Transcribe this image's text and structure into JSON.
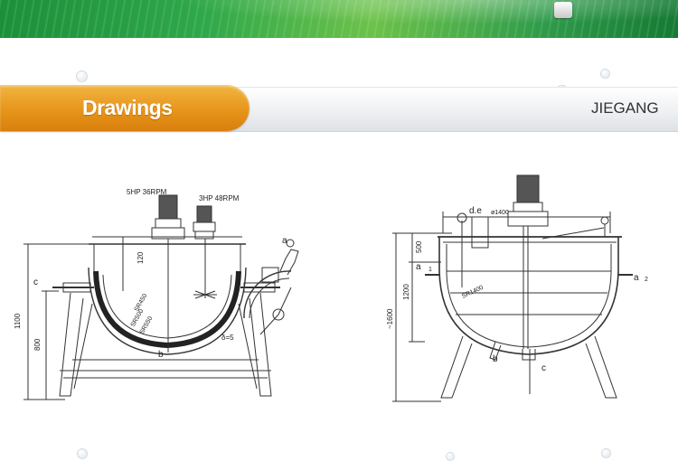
{
  "header": {
    "section_title": "Drawings",
    "brand": "JIEGANG"
  },
  "left_drawing": {
    "motor_label_1": "5HP  36RPM",
    "motor_label_2": "3HP  48RPM",
    "dim_total_height": "1100",
    "dim_leg_height": "800",
    "dim_top": "120",
    "radius_1": "SR450",
    "radius_2": "SR500",
    "radius_3": "SR550",
    "thickness": "δ=5",
    "port_a": "a",
    "port_b": "b",
    "port_c": "c"
  },
  "right_drawing": {
    "port_de": "d.e",
    "diameter": "ø1400",
    "dim_top": "500",
    "dim_mid": "1200",
    "dim_total": "~1600",
    "radius": "SR1400",
    "port_a1": "a",
    "port_a1_num": "1",
    "port_a2": "a",
    "port_a2_num": "2",
    "port_b": "b",
    "port_c": "c"
  }
}
